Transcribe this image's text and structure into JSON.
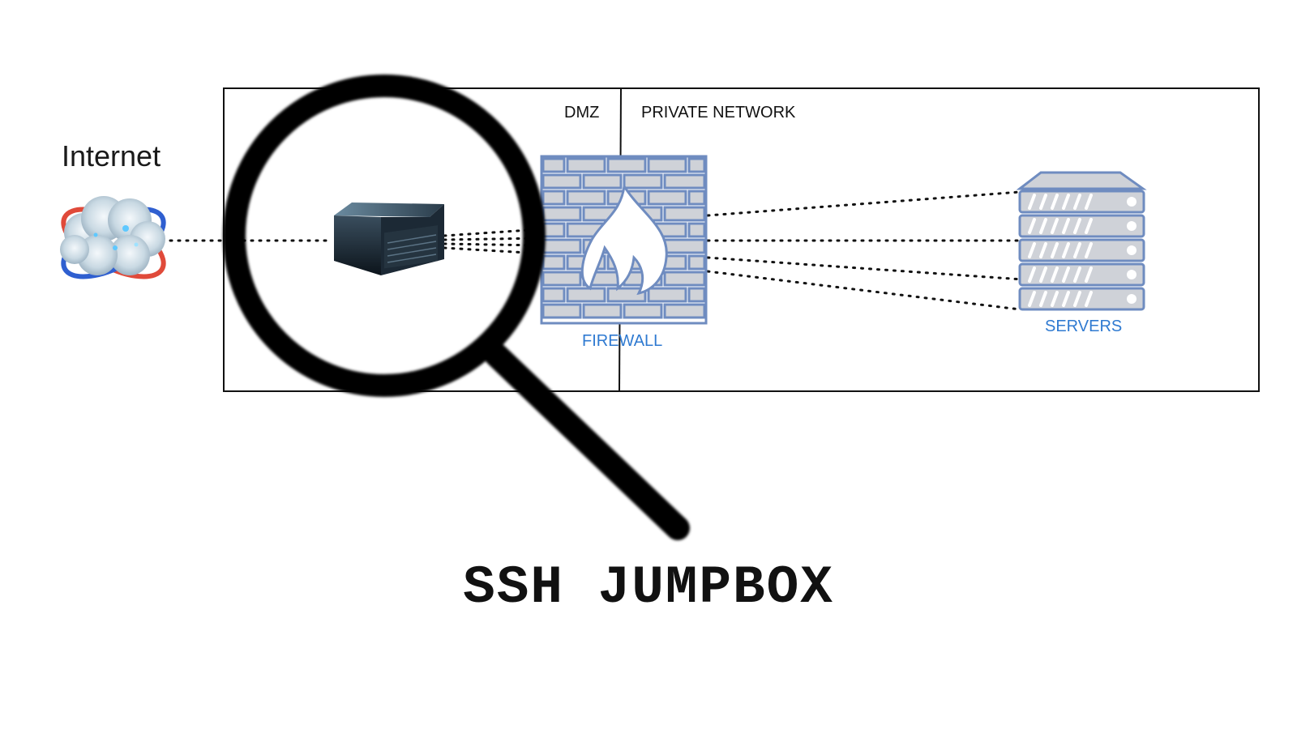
{
  "diagram": {
    "internet_label": "Internet",
    "dmz_label": "DMZ",
    "private_network_label": "PRIVATE NETWORK",
    "firewall_label": "FIREWALL",
    "servers_label": "SERVERS",
    "title": "SSH JUMPBOX"
  },
  "icons": {
    "internet": "cloud-globe-icon",
    "jumpbox": "rack-server-icon",
    "firewall": "firewall-icon",
    "servers": "server-stack-icon",
    "magnifier": "magnifying-glass-icon"
  },
  "colors": {
    "firewall_blue": "#6f8cc0",
    "firewall_fill": "#cfd2d8",
    "label_blue": "#2f7ad1",
    "line": "#111111"
  }
}
